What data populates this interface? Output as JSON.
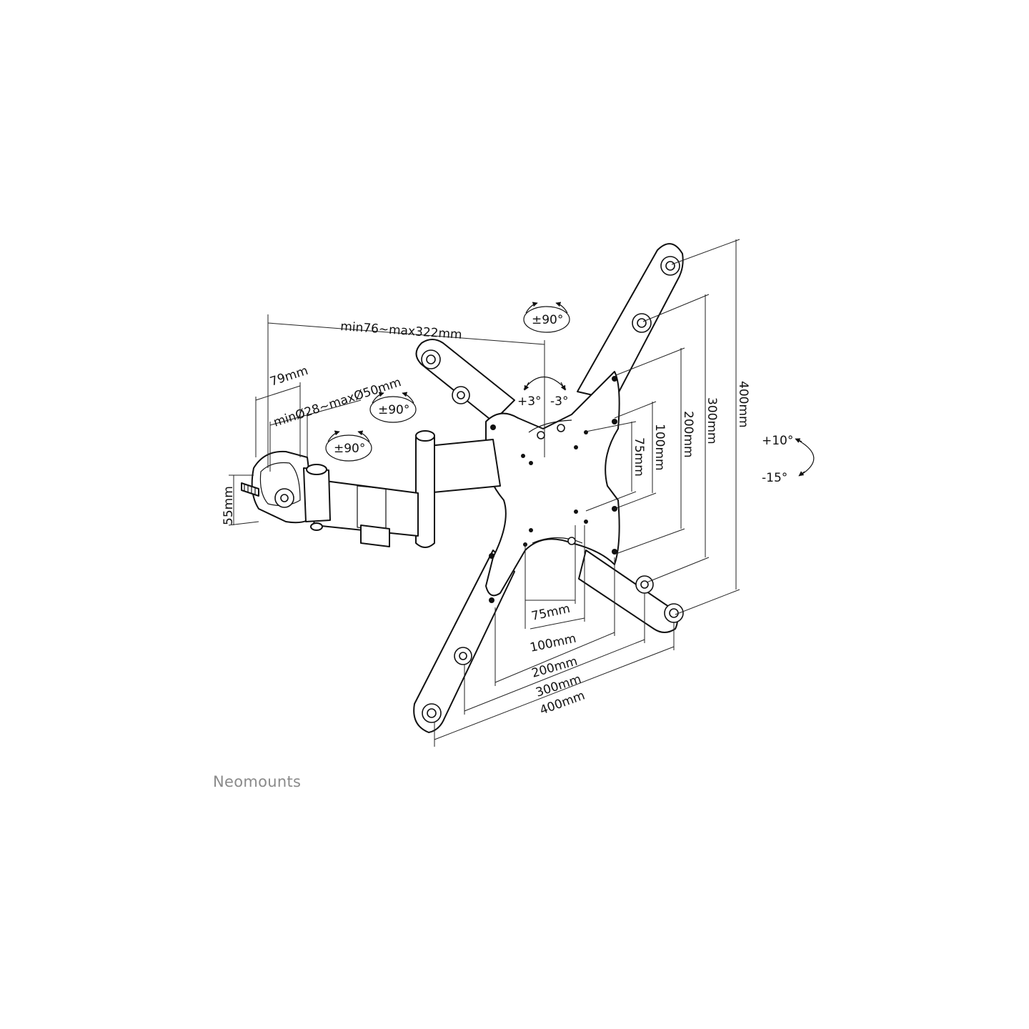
{
  "brand": "Neomounts",
  "labels": {
    "arm_extension": "min76~max322mm",
    "clamp_height": "79mm",
    "pole_diameter": "minØ28~maxØ50mm",
    "clamp_depth": "55mm",
    "rotate_top": "±90°",
    "swivel_mid": "±90°",
    "swivel_low": "±90°",
    "level_plus": "+3°",
    "level_minus": "-3°",
    "tilt_up": "+10°",
    "tilt_down": "-15°"
  },
  "vesa_horizontal": [
    "75mm",
    "100mm",
    "200mm",
    "300mm",
    "400mm"
  ],
  "vesa_vertical": [
    "75mm",
    "100mm",
    "200mm",
    "300mm",
    "400mm"
  ]
}
